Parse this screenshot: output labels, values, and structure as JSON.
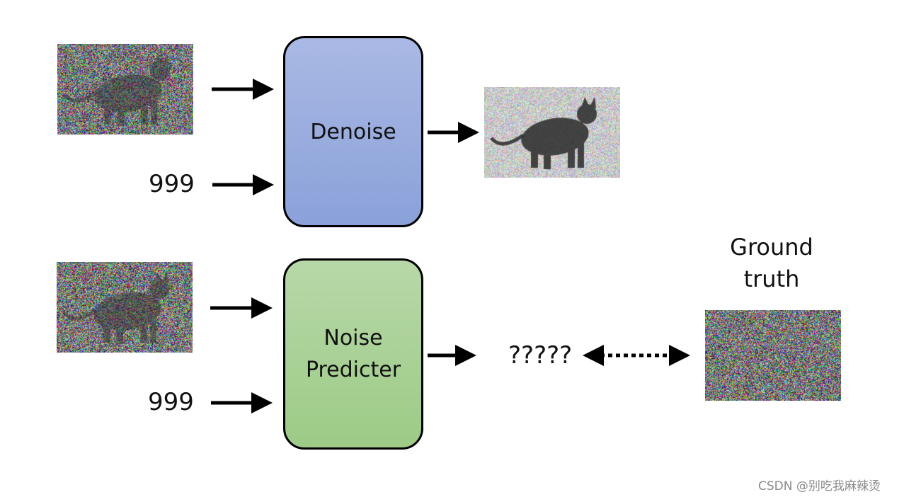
{
  "top_row": {
    "step_label": "999",
    "box_label": "Denoise"
  },
  "bottom_row": {
    "step_label": "999",
    "box_label_line1": "Noise",
    "box_label_line2": "Predicter",
    "output_label": "?????"
  },
  "ground_truth": {
    "line1": "Ground",
    "line2": "truth"
  },
  "watermark": "CSDN @别吃我麻辣烫",
  "colors": {
    "denoise_box": "#9aade0",
    "noise_predicter_box": "#a8d194",
    "arrow": "#000000"
  },
  "icons": {
    "noisy_input": "noisy-cat-image",
    "denoised_output": "less-noisy-cat-image",
    "ground_truth_noise": "pure-noise-image"
  }
}
